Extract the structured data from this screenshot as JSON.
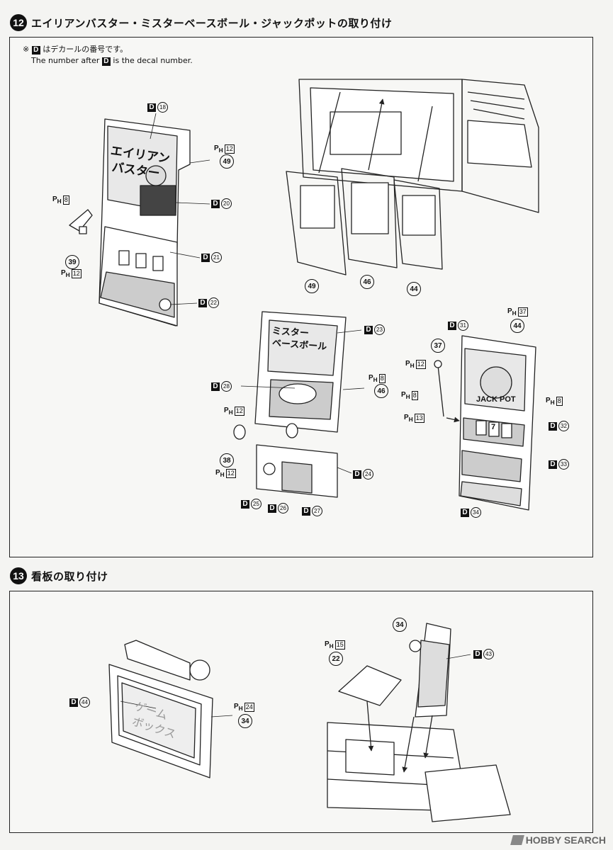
{
  "step12": {
    "number": "12",
    "title": "エイリアンバスター・ミスターベースボール・ジャックポットの取り付け",
    "note_jp_prefix": "※",
    "note_jp_badge": "D",
    "note_jp_text": "はデカールの番号です。",
    "note_en_prefix": "The number after",
    "note_en_badge": "D",
    "note_en_text": "is the decal number."
  },
  "step13": {
    "number": "13",
    "title": "看板の取り付け"
  },
  "alien": {
    "screen_text_1": "エイリアン",
    "screen_text_2": "バスター",
    "d_top": "18",
    "ph_right": "12",
    "part_right": "49",
    "d_screen": "20",
    "ph_left": "8",
    "part_left": "39",
    "ph_left2": "12",
    "d_mid": "21",
    "d_bottom": "22"
  },
  "panels": {
    "p1": "49",
    "p2": "46",
    "p3": "44"
  },
  "baseball": {
    "screen_text_1": "ミスター",
    "screen_text_2": "ベースボール",
    "d_top": "23",
    "ph_right": "8",
    "part_right": "46",
    "d_left": "28",
    "ph_mid": "12",
    "part_knob": "38",
    "ph_knob": "12",
    "d_base": "24",
    "d_b1": "25",
    "d_b2": "26",
    "d_b3": "27"
  },
  "jackpot": {
    "top_text": "JACK POT",
    "ph_top": "37",
    "part_top": "44",
    "d_top": "31",
    "part_lever": "37",
    "ph_l1": "12",
    "ph_l2": "8",
    "ph_l3": "13",
    "ph_r": "8",
    "d_reel": "32",
    "reel_text": "7",
    "d_sign": "33",
    "d_bottom": "34"
  },
  "sign": {
    "text_1": "ゲーム",
    "text_2": "ボックス",
    "d_label": "44",
    "ph_label": "24",
    "part_label": "34"
  },
  "install": {
    "part_top": "34",
    "ph_plate": "15",
    "part_plate": "22",
    "d_sign": "43"
  },
  "watermark": "HOBBY SEARCH",
  "labels": {
    "d": "D",
    "ph": "P",
    "ph_sub": "H"
  }
}
